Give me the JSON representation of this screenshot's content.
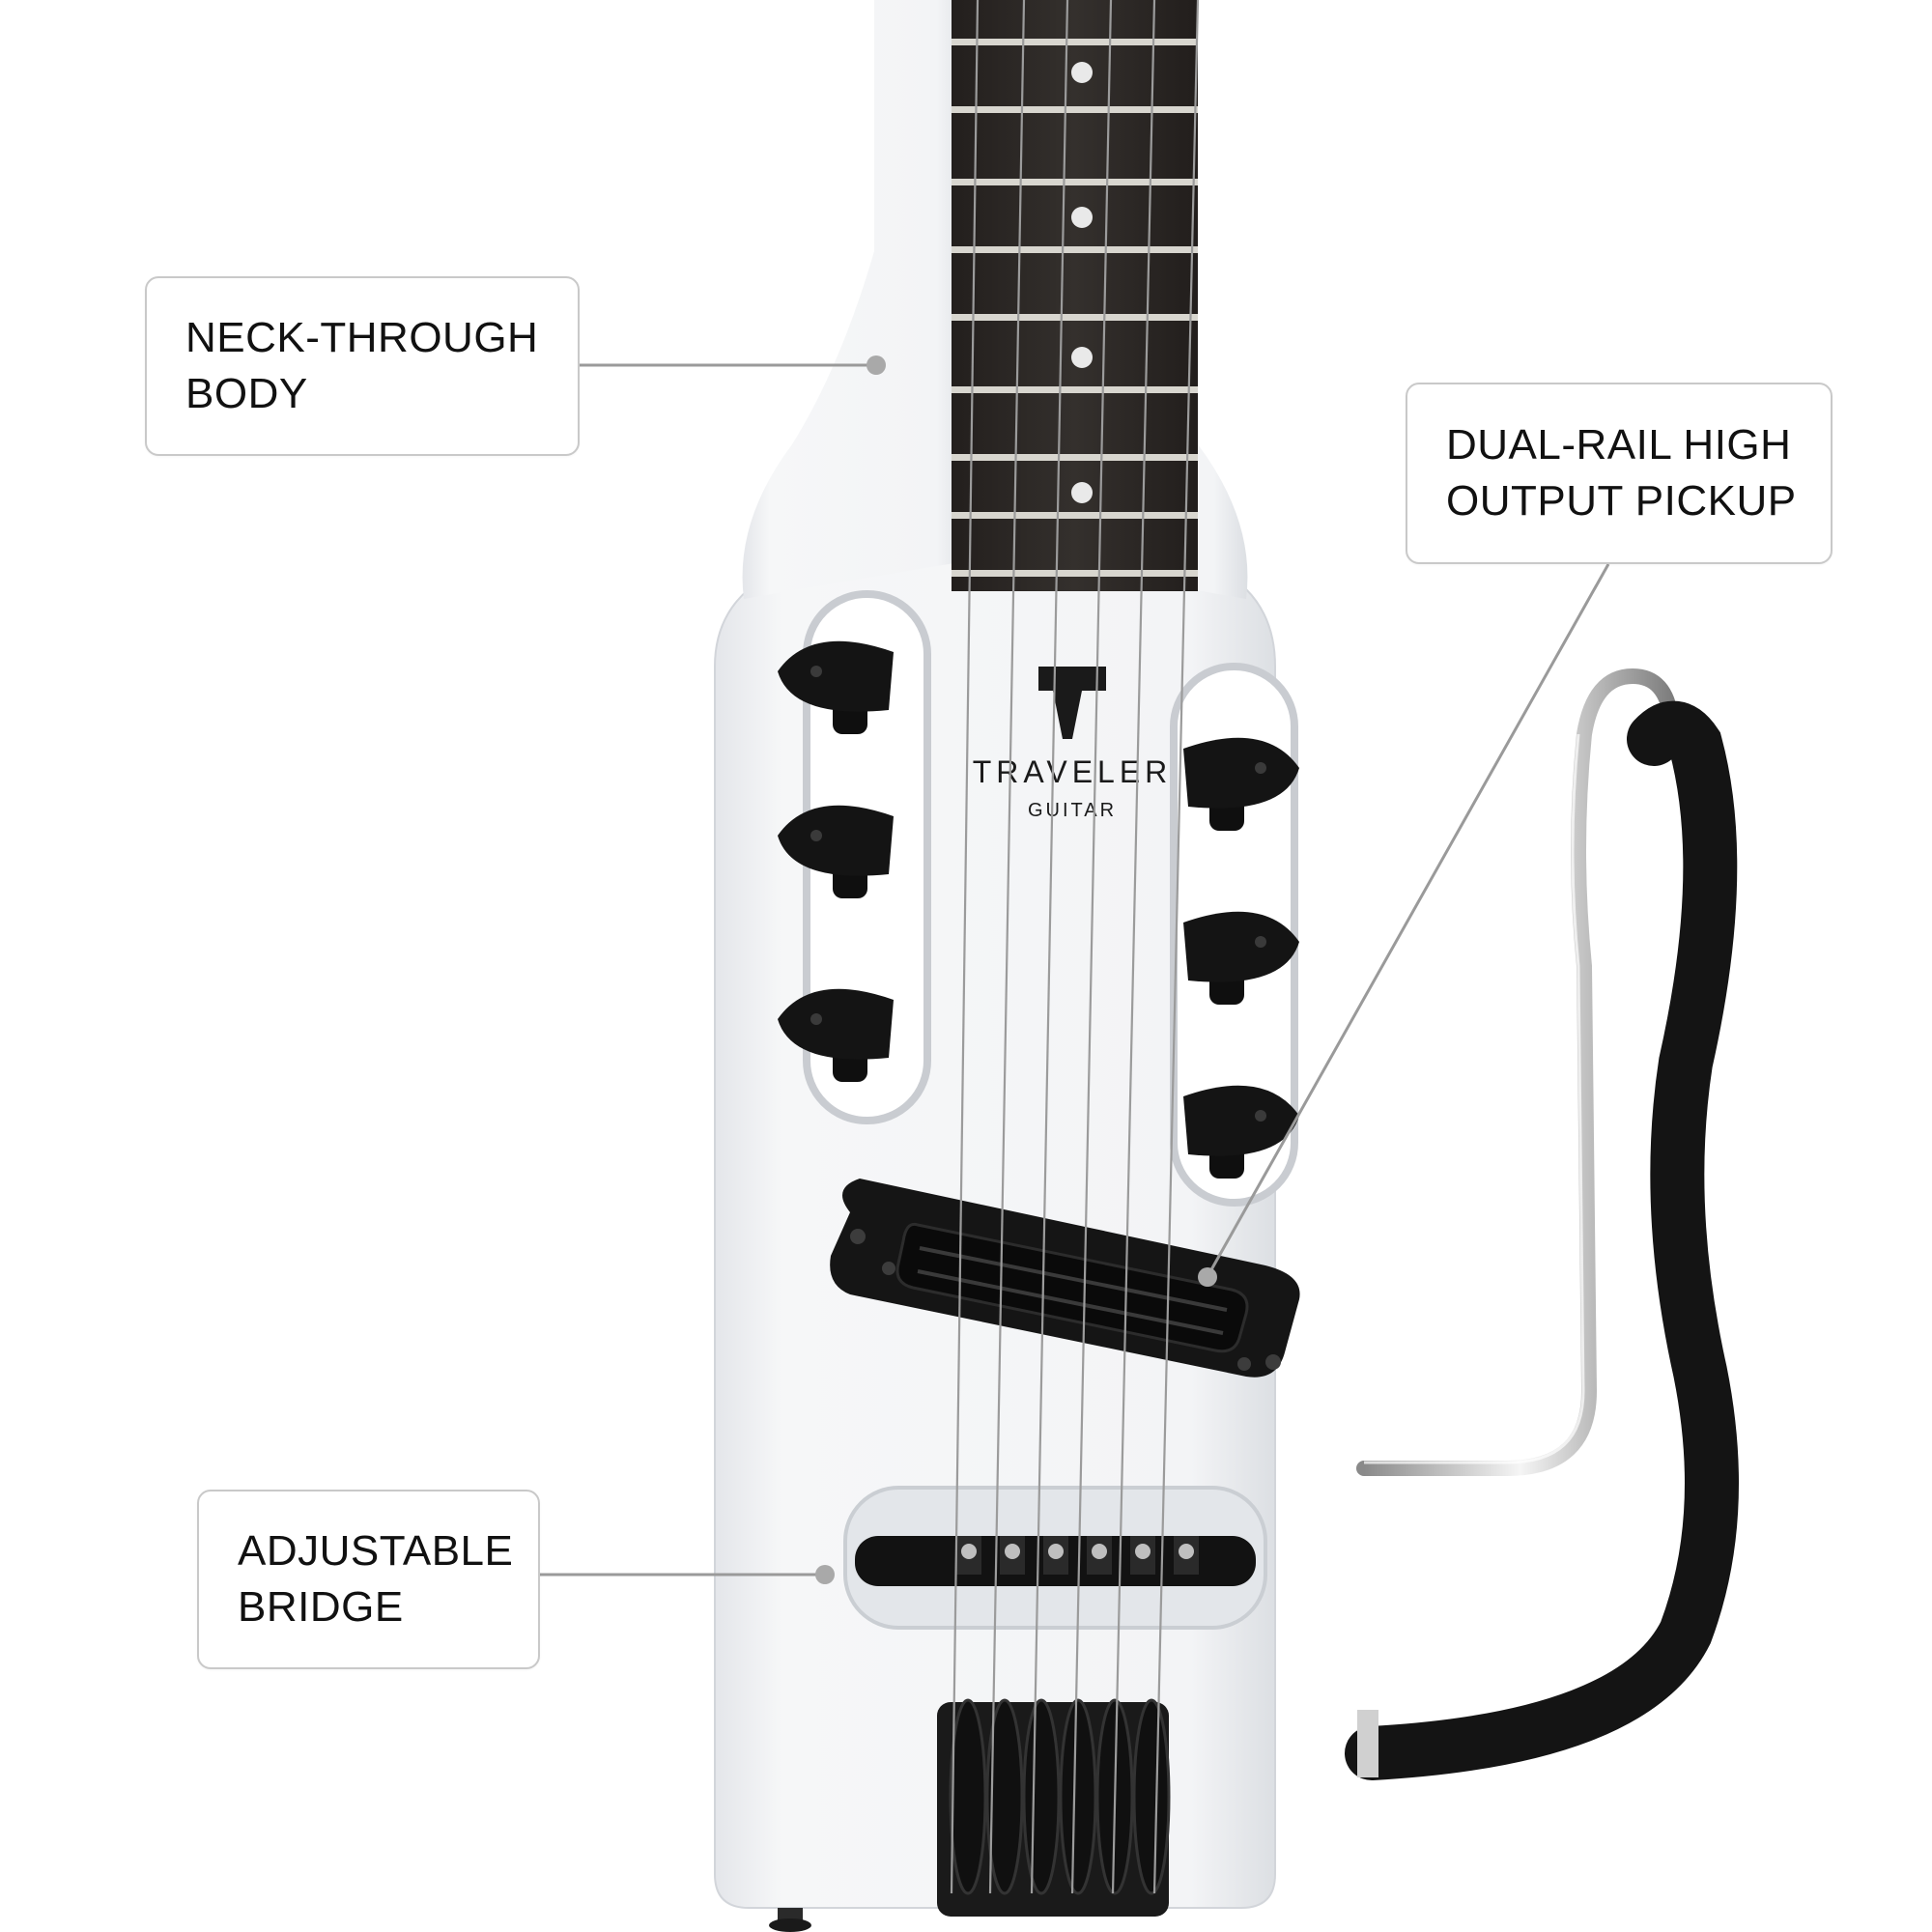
{
  "callouts": {
    "neck": {
      "line1": "NECK-THROUGH",
      "line2": "BODY"
    },
    "pickup": {
      "line1": "DUAL-RAIL HIGH",
      "line2": "OUTPUT PICKUP"
    },
    "bridge": {
      "line1": "ADJUSTABLE",
      "line2": "BRIDGE"
    }
  },
  "logo": {
    "brand": "TRAVELER",
    "sub": "GUITAR"
  },
  "colors": {
    "background": "#ffffff",
    "body": "#f1f2f4",
    "fretboard": "#2a2624",
    "hardware": "#141414",
    "callout_border": "#c9c9c9",
    "leader": "#9a9a9a",
    "chrome": "#c8c8c8"
  }
}
